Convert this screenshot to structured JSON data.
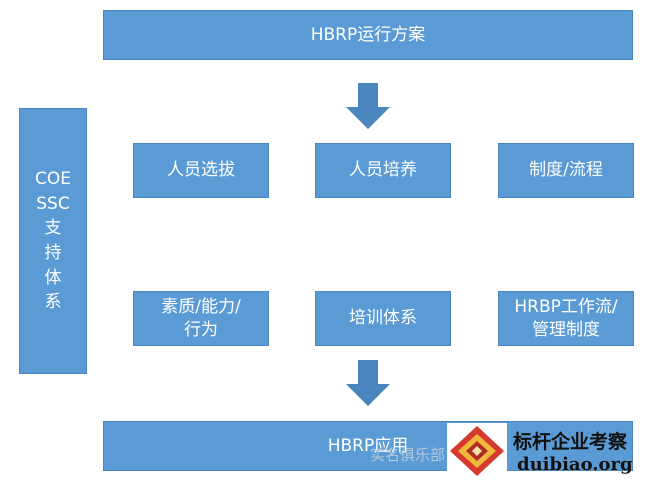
{
  "diagram": {
    "top_title": "HBRP运行方案",
    "side_label_lines": [
      "COE",
      "SSC",
      "支",
      "持",
      "体",
      "系"
    ],
    "row1": [
      "人员选拔",
      "人员培养",
      "制度/流程"
    ],
    "row2": [
      [
        "素质/能力/",
        "行为"
      ],
      [
        "培训体系"
      ],
      [
        "HRBP工作流/",
        "管理制度"
      ]
    ],
    "bottom_title": "HBRP应用",
    "colors": {
      "box": "#5b9bd5",
      "arrow": "#4a86bd"
    }
  },
  "watermark": {
    "brand": "标杆企业考察",
    "url": "duibiao.org",
    "faded_text": "实名俱乐部"
  }
}
